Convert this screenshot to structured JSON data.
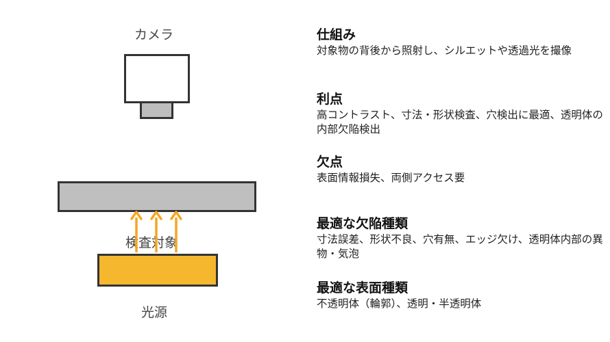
{
  "diagram": {
    "camera_label": "カメラ",
    "object_label": "検査対象",
    "light_label": "光源",
    "colors": {
      "light_fill": "#f5b72e",
      "arrow": "#f5a623",
      "target_fill": "#bfbfbf",
      "lens_fill": "#bdbdbd",
      "outline": "#333333"
    },
    "arrow_count": 3
  },
  "sections": [
    {
      "heading": "仕組み",
      "text": "対象物の背後から照射し、シルエットや透過光を撮像"
    },
    {
      "heading": "利点",
      "text": "高コントラスト、寸法・形状検査、穴検出に最適、透明体の内部欠陥検出"
    },
    {
      "heading": "欠点",
      "text": "表面情報損失、両側アクセス要"
    },
    {
      "heading": "最適な欠陥種類",
      "text": "寸法誤差、形状不良、穴有無、エッジ欠け、透明体内部の異物・気泡"
    },
    {
      "heading": "最適な表面種類",
      "text": "不透明体（輪郭）、透明・半透明体"
    }
  ]
}
